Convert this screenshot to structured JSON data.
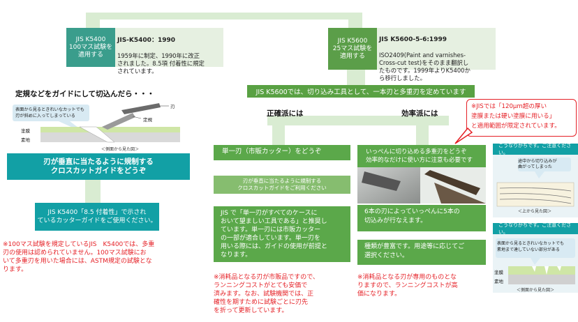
{
  "top_left": {
    "header": "JIS K5400\n100マス試験を\n適用する",
    "title": "JIS-K5400：1990",
    "body": "1959年に制定、1990年に改正\nされました。8.5項 付着性に規定\nされています。"
  },
  "top_right": {
    "header": "JIS K5600\n25マス試験を\n適用する",
    "title": "JIS K5600-5-6:1999",
    "body": "ISO2409(Paint and varnishes-\nCross-cut test)をそのまま翻訳し\nたものです。1999年よりK5400か\nら移行しました。"
  },
  "left": {
    "title": "定規などをガイドにして切込んだら・・・",
    "bubble": "表面から見るときれいなカットでも\n刃が斜めに入ってしまっている",
    "label_blade": "刃",
    "label_ruler": "定規",
    "label_coat": "塗膜",
    "label_base": "素地",
    "caption": "＜側面から見た図＞",
    "blue_box": "刃が垂直に当たるように規制する\nクロスカットガイドをどうぞ",
    "use_box": "JIS K5400「8.5 付着性」で示され\nているカッターガイドをご使用ください。",
    "note": "※100マス試験を規定しているJIS　K5400では、多重\n刃の使用は認められていません。100マス試験にお\nいて多重刃を用いた場合には、ASTM規定の試験とな\nります。"
  },
  "right_banner": "JIS K5600では、切り込み工具として、一本刃と多重刃を定めています",
  "accurate": {
    "title": "正確派には",
    "box1": "単一刃（市販カッター）をどうぞ",
    "box2": "刃が垂直に当たるように規制する\nクロスカットガイドをご利用ください",
    "box3": "JIS で「単一刃がすべてのケースに\nおいて望ましい工具である」と推奨し\nています。単一刃には市販カッター\nの一部が適合しています。単一刃を\n用いる際には、ガイドの使用が前提と\nなります。",
    "note": "※消耗品となる刃が市販品ですので、\nランニングコストがとても安価で\n済みます。なお、試験機関では、正\n確性を期すために試験ごとに刃先\nを折って更新しています。"
  },
  "efficient": {
    "title": "効率派には",
    "box1": "いっぺんに切り込める多重刃をどうぞ\n効率的なだけに使い方に注意も必要です",
    "box2": "6本の刃によっていっぺんに5本の\n切込みが行なえます。",
    "box3": "種類が豊富です。用途等に応じてご\n選択ください。",
    "note": "※消耗品となる刃が専用のものとな\nりますので、ランニングコストが高\n価になります。"
  },
  "callout": "※JISでは「120μm超の厚い\n塗膜または硬い塗膜に用いる」\nと適用範囲が限定されています。",
  "tip1": {
    "tag": "こうなりがちです。ご注意ください。",
    "bubble": "途中から切り込みが\n曲がってしまった",
    "caption": "＜上から見た図＞"
  },
  "tip2": {
    "tag": "こうなりがちです。ご注意ください。",
    "bubble": "表面から見るときれいなカットでも\n素地まで達していない部分がある",
    "label_coat": "塗膜",
    "label_base": "素地",
    "caption": "＜側面から見た図＞"
  },
  "colors": {
    "teal": "#3a9d8c",
    "green": "#5ba84a",
    "light_green": "#d9ecd2",
    "blue": "#12a0a5",
    "note_red": "#e51f25"
  }
}
